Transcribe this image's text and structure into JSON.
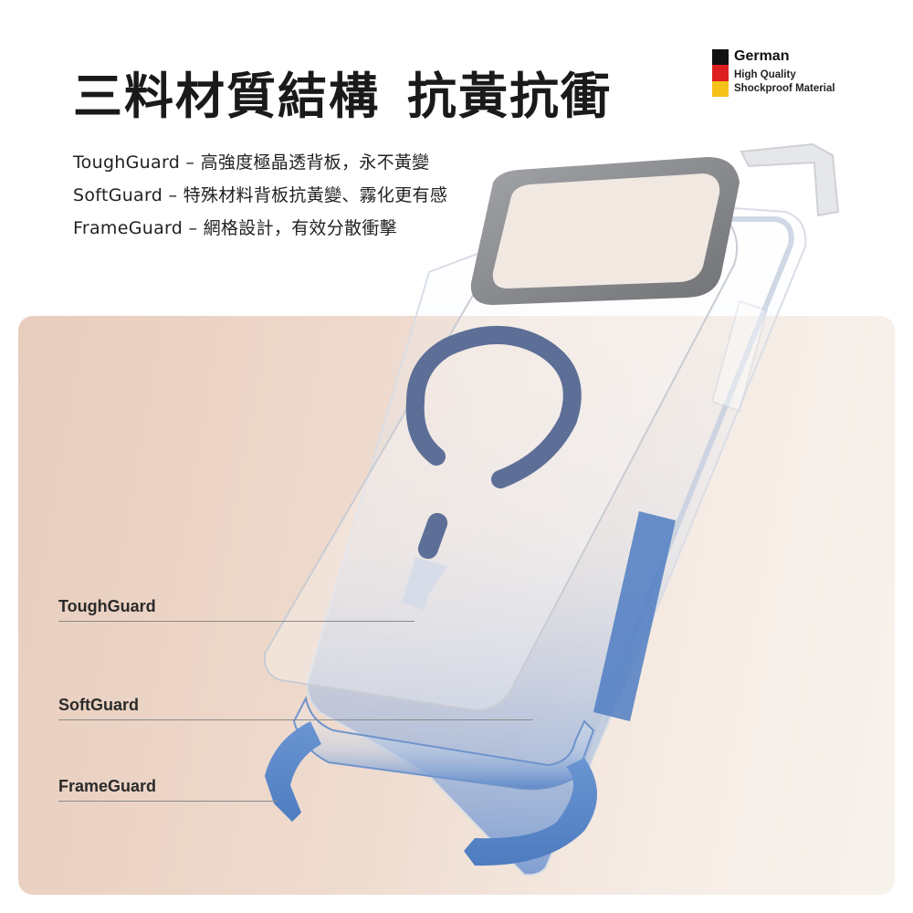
{
  "headline": {
    "part1": "三料材質結構",
    "part2": "抗黃抗衝"
  },
  "badge": {
    "title": "German",
    "line1": "High Quality",
    "line2": "Shockproof Material",
    "flag_colors": [
      "#111111",
      "#dd1f1f",
      "#f6c21a"
    ]
  },
  "features": [
    "ToughGuard – 高強度極晶透背板，永不黃變",
    "SoftGuard – 特殊材料背板抗黃變、霧化更有感",
    "FrameGuard – 網格設計，有效分散衝擊"
  ],
  "layers": [
    {
      "label": "ToughGuard"
    },
    {
      "label": "SoftGuard"
    },
    {
      "label": "FrameGuard"
    }
  ],
  "colors": {
    "panel_start": "#e8cdbd",
    "panel_end": "#f8f2ec",
    "blue_accent": "#5b86c6",
    "magnet_ring": "#5d6f97",
    "camera_frame": "#8c8e92"
  }
}
